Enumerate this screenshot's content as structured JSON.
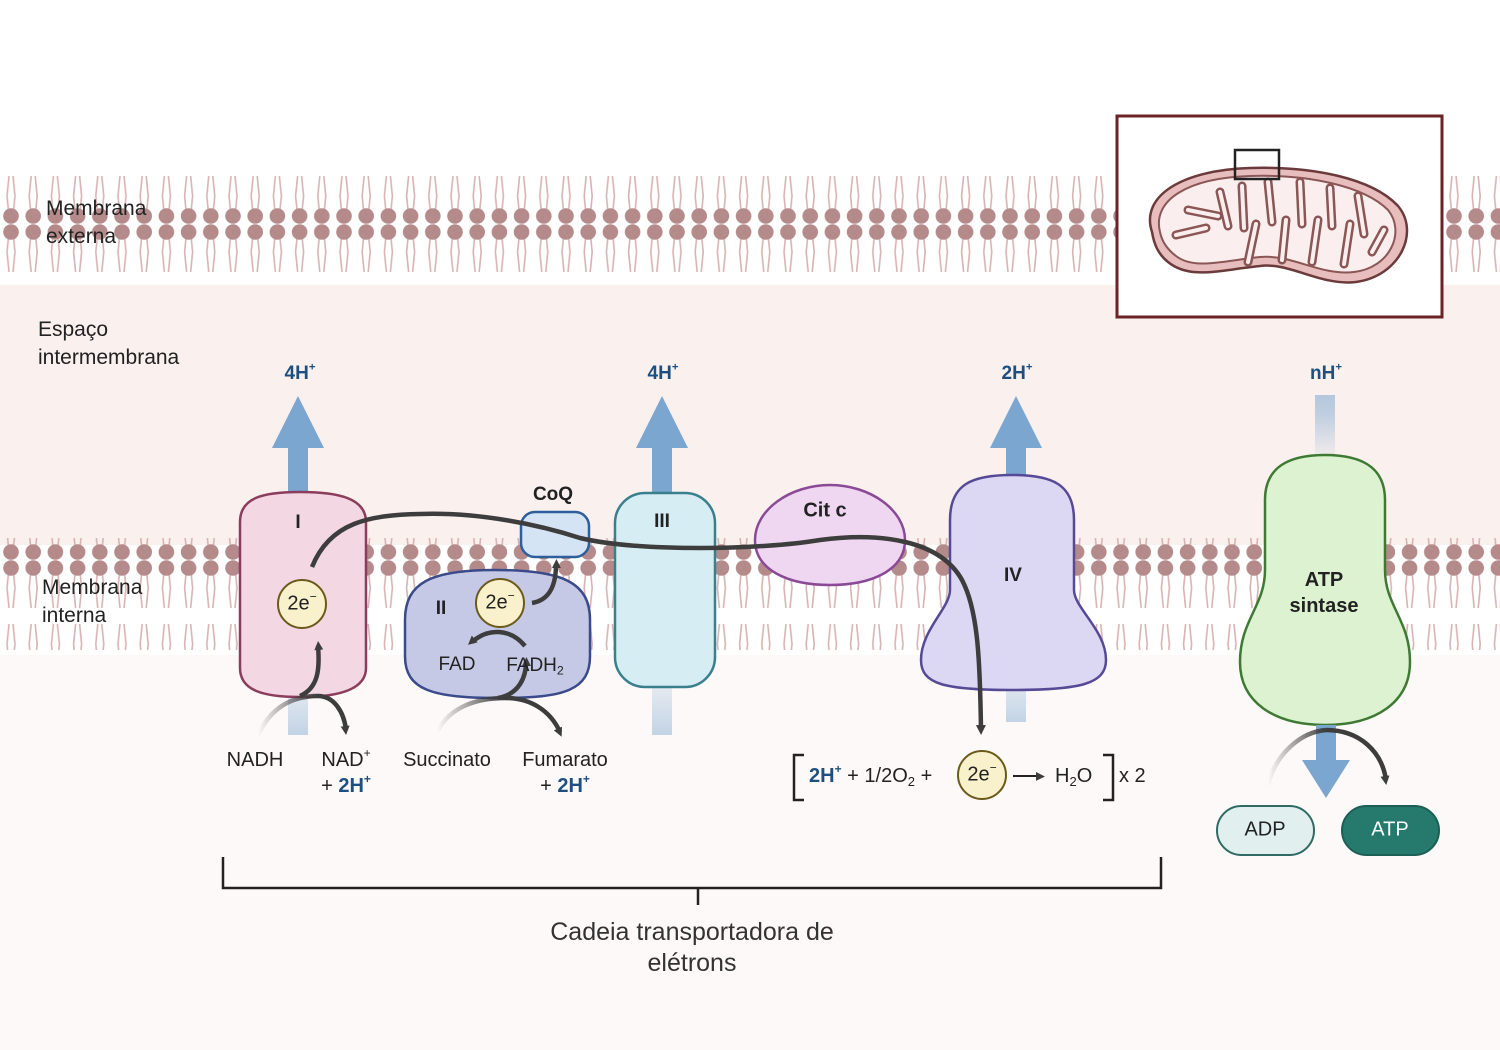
{
  "labels": {
    "outer_membrane": [
      "Membrana",
      "externa"
    ],
    "intermembrane_space": [
      "Espaço",
      "intermembrana"
    ],
    "inner_membrane": [
      "Membrana",
      "interna"
    ],
    "chain_label": [
      "Cadeia transportadora de",
      "elétrons"
    ]
  },
  "complexes": {
    "I": "I",
    "II": "II",
    "III": "III",
    "IV": "IV",
    "coq": "CoQ",
    "cytc": "Cit c",
    "atp_synthase": [
      "ATP",
      "sintase"
    ]
  },
  "protons": {
    "c1": "4H",
    "c3": "4H",
    "c4": "2H",
    "atp": "nH",
    "plus_sign": "+"
  },
  "electron": "2e",
  "electron_sup": "−",
  "reactions": {
    "nadh": "NADH",
    "nad": "NAD",
    "plus_prefix": "+ ",
    "two_h": "2H",
    "succinato": "Succinato",
    "fumarato": "Fumarato",
    "fad": "FAD",
    "fadh": "FADH",
    "fadh_sub": "2"
  },
  "water_equation": {
    "h_term": "2H",
    "o2_term": "+ 1/2O",
    "o2_sub": "2",
    "plus": "+",
    "water_h": "H",
    "water_sub": "2",
    "water_o": "O",
    "multiplier": "x 2"
  },
  "atp": {
    "adp": "ADP",
    "atp": "ATP"
  },
  "colors": {
    "lipid_head": "#b48a8a",
    "lipid_tail": "#d7b3b3",
    "intermembrane_bg": "#faf0ee",
    "matrix_bg": "#fdf9f8",
    "proton_arrow": "#7aa6cf",
    "proton_text": "#1d4f80",
    "complex_I": "#f3d7e3",
    "complex_II": "#c6c9e6",
    "complex_III": "#d6edf4",
    "cytc": "#efd7f2",
    "complex_IV": "#dcd8f3",
    "atp_synthase": "#dcf2d1",
    "electron": "#f8f1cc",
    "atp_fill": "#257a6d",
    "adp_fill": "#e1efef",
    "inset_border": "#6b2327"
  }
}
